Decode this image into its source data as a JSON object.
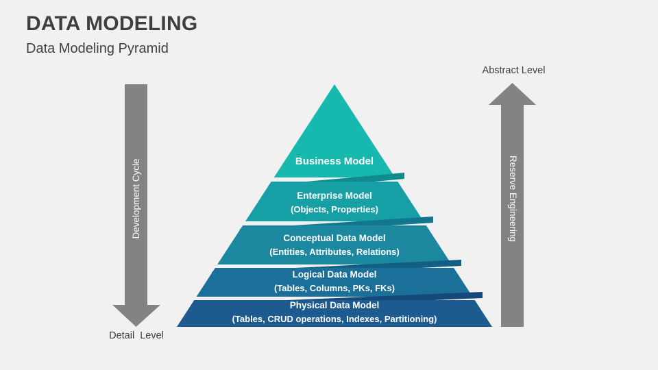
{
  "slide": {
    "title": "DATA MODELING",
    "subtitle": "Data Modeling Pyramid",
    "background": "#F1F1F2",
    "title_color": "#3F3F3F"
  },
  "pyramid": {
    "label_color": "#FFFFFF",
    "levels": [
      {
        "name": "Business Model",
        "detail": "",
        "color": "#17B9AE"
      },
      {
        "name": "Enterprise Model",
        "detail": "(Objects, Properties)",
        "color": "#16A0A6",
        "edge_color": "#0F8B8F"
      },
      {
        "name": "Conceptual Data Model",
        "detail": "(Entities, Attributes, Relations)",
        "color": "#1B88A0",
        "edge_color": "#11768E"
      },
      {
        "name": "Logical Data Model",
        "detail": "(Tables, Columns, PKs, FKs)",
        "color": "#1A7099",
        "edge_color": "#135E85"
      },
      {
        "name": "Physical Data Model",
        "detail": "(Tables, CRUD operations, Indexes, Partitioning)",
        "color": "#1D5A90",
        "edge_color": "#16497A"
      }
    ]
  },
  "left_axis": {
    "arrow_label": "Development Cycle",
    "caption": "Detail  Level",
    "arrow_color": "#838383",
    "direction": "down"
  },
  "right_axis": {
    "arrow_label": "Reserve Engineering",
    "caption": "Abstract Level",
    "arrow_color": "#838383",
    "direction": "up"
  }
}
